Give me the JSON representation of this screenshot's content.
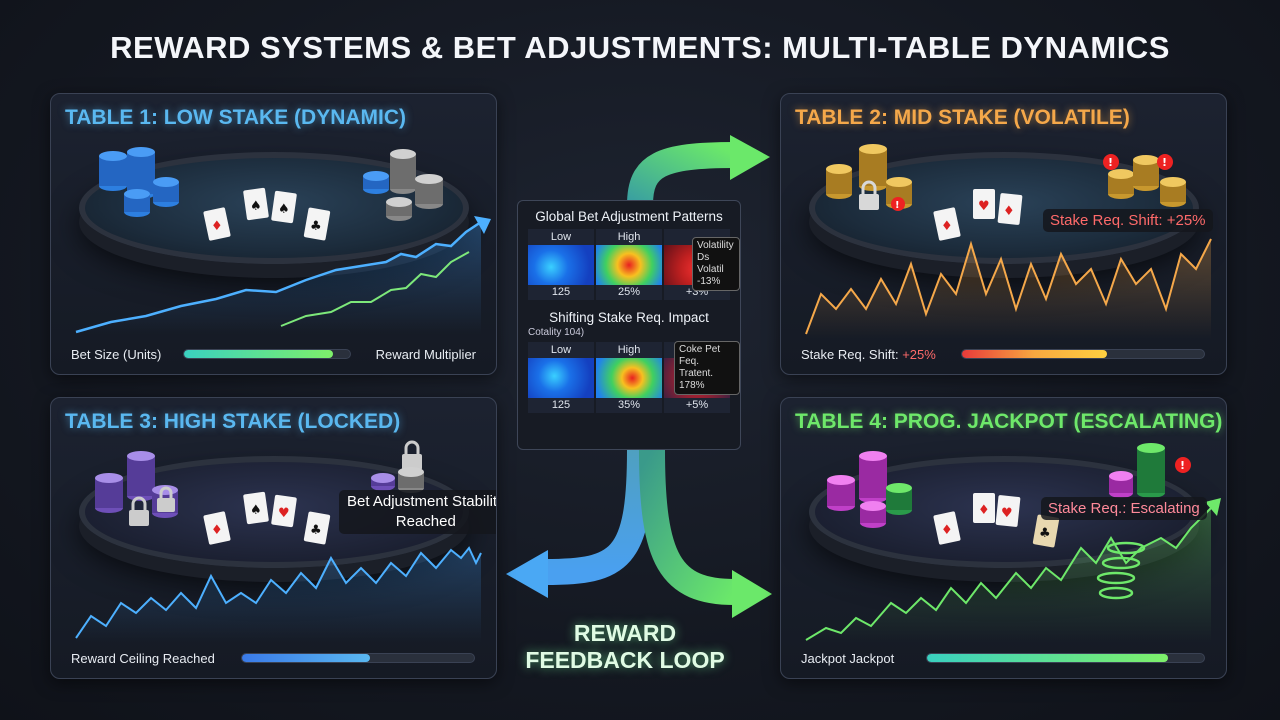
{
  "title": "REWARD SYSTEMS & BET ADJUSTMENTS: MULTI-TABLE DYNAMICS",
  "tables": [
    {
      "title": "TABLE 1: LOW STAKE (DYNAMIC)",
      "footer_left": "Bet Size (Units)",
      "footer_right": "Reward Multiplier",
      "progress": 0.9,
      "accent": "#5ab8f0"
    },
    {
      "title": "TABLE 2: MID STAKE (VOLATILE)",
      "callout": "Stake Req. Shift: +25%",
      "footer_label": "Stake Req. Shift:",
      "footer_value": "+25%",
      "progress": 0.6,
      "accent": "#f5a84a"
    },
    {
      "title": "TABLE 3: HIGH STAKE (LOCKED)",
      "callout_line1": "Bet Adjustment Stability",
      "callout_line2": "Reached",
      "footer_left": "Reward Ceiling Reached",
      "progress": 0.55,
      "accent": "#5ab8f0"
    },
    {
      "title": "TABLE 4: PROG. JACKPOT (ESCALATING)",
      "callout": "Stake Req.: Escalating",
      "footer_left": "Jackpot Jackpot",
      "progress": 0.87,
      "accent": "#6ee86a"
    }
  ],
  "center": {
    "heading1": "Global Bet Adjustment Patterns",
    "row1": {
      "labels": [
        "Low",
        "High",
        ""
      ],
      "values": [
        "125",
        "25%",
        "+3%"
      ]
    },
    "tip1_line1": "Volatility Ds",
    "tip1_line2": "Volatil -13%",
    "heading2": "Shifting Stake Req. Impact",
    "subnote": "Cotality 104)",
    "row2": {
      "labels": [
        "Low",
        "High",
        ""
      ],
      "values": [
        "125",
        "35%",
        "+5%"
      ]
    },
    "tip2_line1": "Coke Pet Feq.",
    "tip2_line2": "Tratent. 178%"
  },
  "loop_line1": "REWARD",
  "loop_line2": "FEEDBACK LOOP",
  "colors": {
    "blue": "#5ab8f0",
    "orange": "#f5a84a",
    "green": "#6ee86a",
    "red": "#ff5a5a"
  }
}
